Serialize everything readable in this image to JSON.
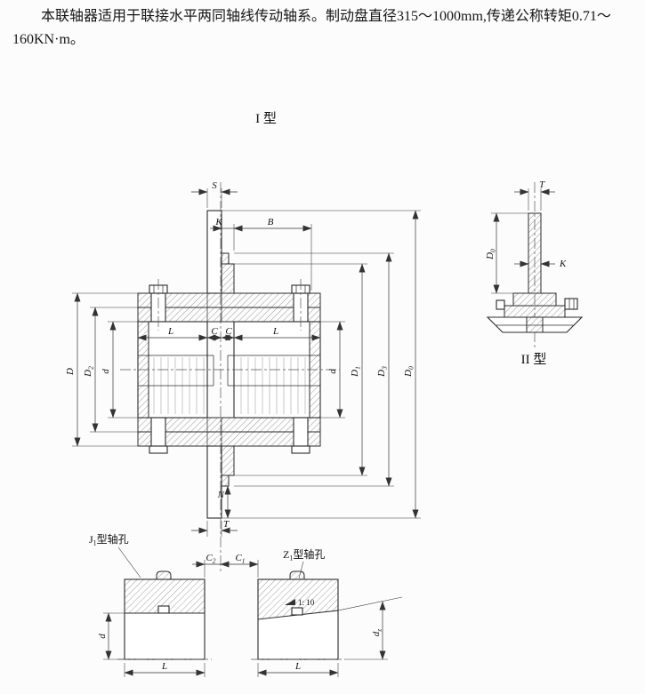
{
  "intro": {
    "line1": "本联轴器适用于联接水平两同轴线传动轴系。制动盘直径315～1000mm,传递公称转矩0.71～",
    "line2": "160KN·m。"
  },
  "captions": {
    "type1": "I 型",
    "type2": "II 型"
  },
  "views": {
    "j1": {
      "pre": "J",
      "sub": "1",
      "post": "型轴孔"
    },
    "z1": {
      "pre": "Z",
      "sub": "1",
      "post": "型轴孔"
    },
    "taper": "1: 10"
  },
  "dims": {
    "S": {
      "b": "S",
      "s": ""
    },
    "K": {
      "b": "K",
      "s": ""
    },
    "B": {
      "b": "B",
      "s": ""
    },
    "L": {
      "b": "L",
      "s": ""
    },
    "C": {
      "b": "C",
      "s": ""
    },
    "C1": {
      "b": "C",
      "s": "1"
    },
    "C2": {
      "b": "C",
      "s": "2"
    },
    "D": {
      "b": "D",
      "s": ""
    },
    "D0": {
      "b": "D",
      "s": "0"
    },
    "D1": {
      "b": "D",
      "s": "1"
    },
    "D2": {
      "b": "D",
      "s": "2"
    },
    "D3": {
      "b": "D",
      "s": "3"
    },
    "d": {
      "b": "d",
      "s": ""
    },
    "dz": {
      "b": "d",
      "s": "z"
    },
    "N": {
      "b": "N",
      "s": ""
    },
    "T": {
      "b": "T",
      "s": ""
    }
  },
  "colors": {
    "line": "#2b2b2b",
    "background": "#fcfcfc"
  }
}
